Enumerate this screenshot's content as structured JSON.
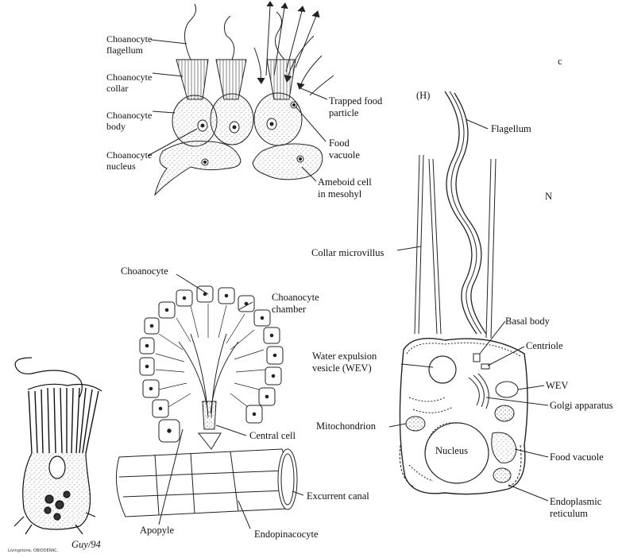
{
  "panel_top": {
    "labels": {
      "flagellum": [
        "Choanocyte",
        "flagellum"
      ],
      "collar": [
        "Choanocyte",
        "collar"
      ],
      "body": [
        "Choanocyte",
        "body"
      ],
      "nucleus": [
        "Choanocyte",
        "nucleus"
      ],
      "trapped_food": [
        "Trapped food",
        "particle"
      ],
      "food_vacuole": [
        "Food",
        "vacuole"
      ],
      "ameboid": [
        "Ameboid cell",
        "in mesohyl"
      ]
    },
    "stray_c": "c"
  },
  "panel_chamber": {
    "labels": {
      "choanocyte": "Choanocyte",
      "chamber": [
        "Choanocyte",
        "chamber"
      ],
      "central_cell": "Central cell",
      "excurrent": "Excurrent canal",
      "apopyle": "Apopyle",
      "endopinacocyte": "Endopinacocyte"
    }
  },
  "panel_h": {
    "tag": "(H)",
    "stray_n": "N",
    "labels": {
      "flagellum": "Flagellum",
      "collar_microvillus": "Collar microvillus",
      "basal_body": "Basal body",
      "centriole": "Centriole",
      "wev_full": [
        "Water expulsion",
        "vesicle (WEV)"
      ],
      "wev": "WEV",
      "golgi": "Golgi apparatus",
      "mitochondrion": "Mitochondrion",
      "nucleus": "Nucleus",
      "food_vacuole": "Food vacuole",
      "er": [
        "Endoplasmic",
        "reticulum"
      ]
    }
  },
  "panel_drawing": {
    "credit": "Livingstone, OBIODERAC.",
    "signature": "Guy/94"
  }
}
